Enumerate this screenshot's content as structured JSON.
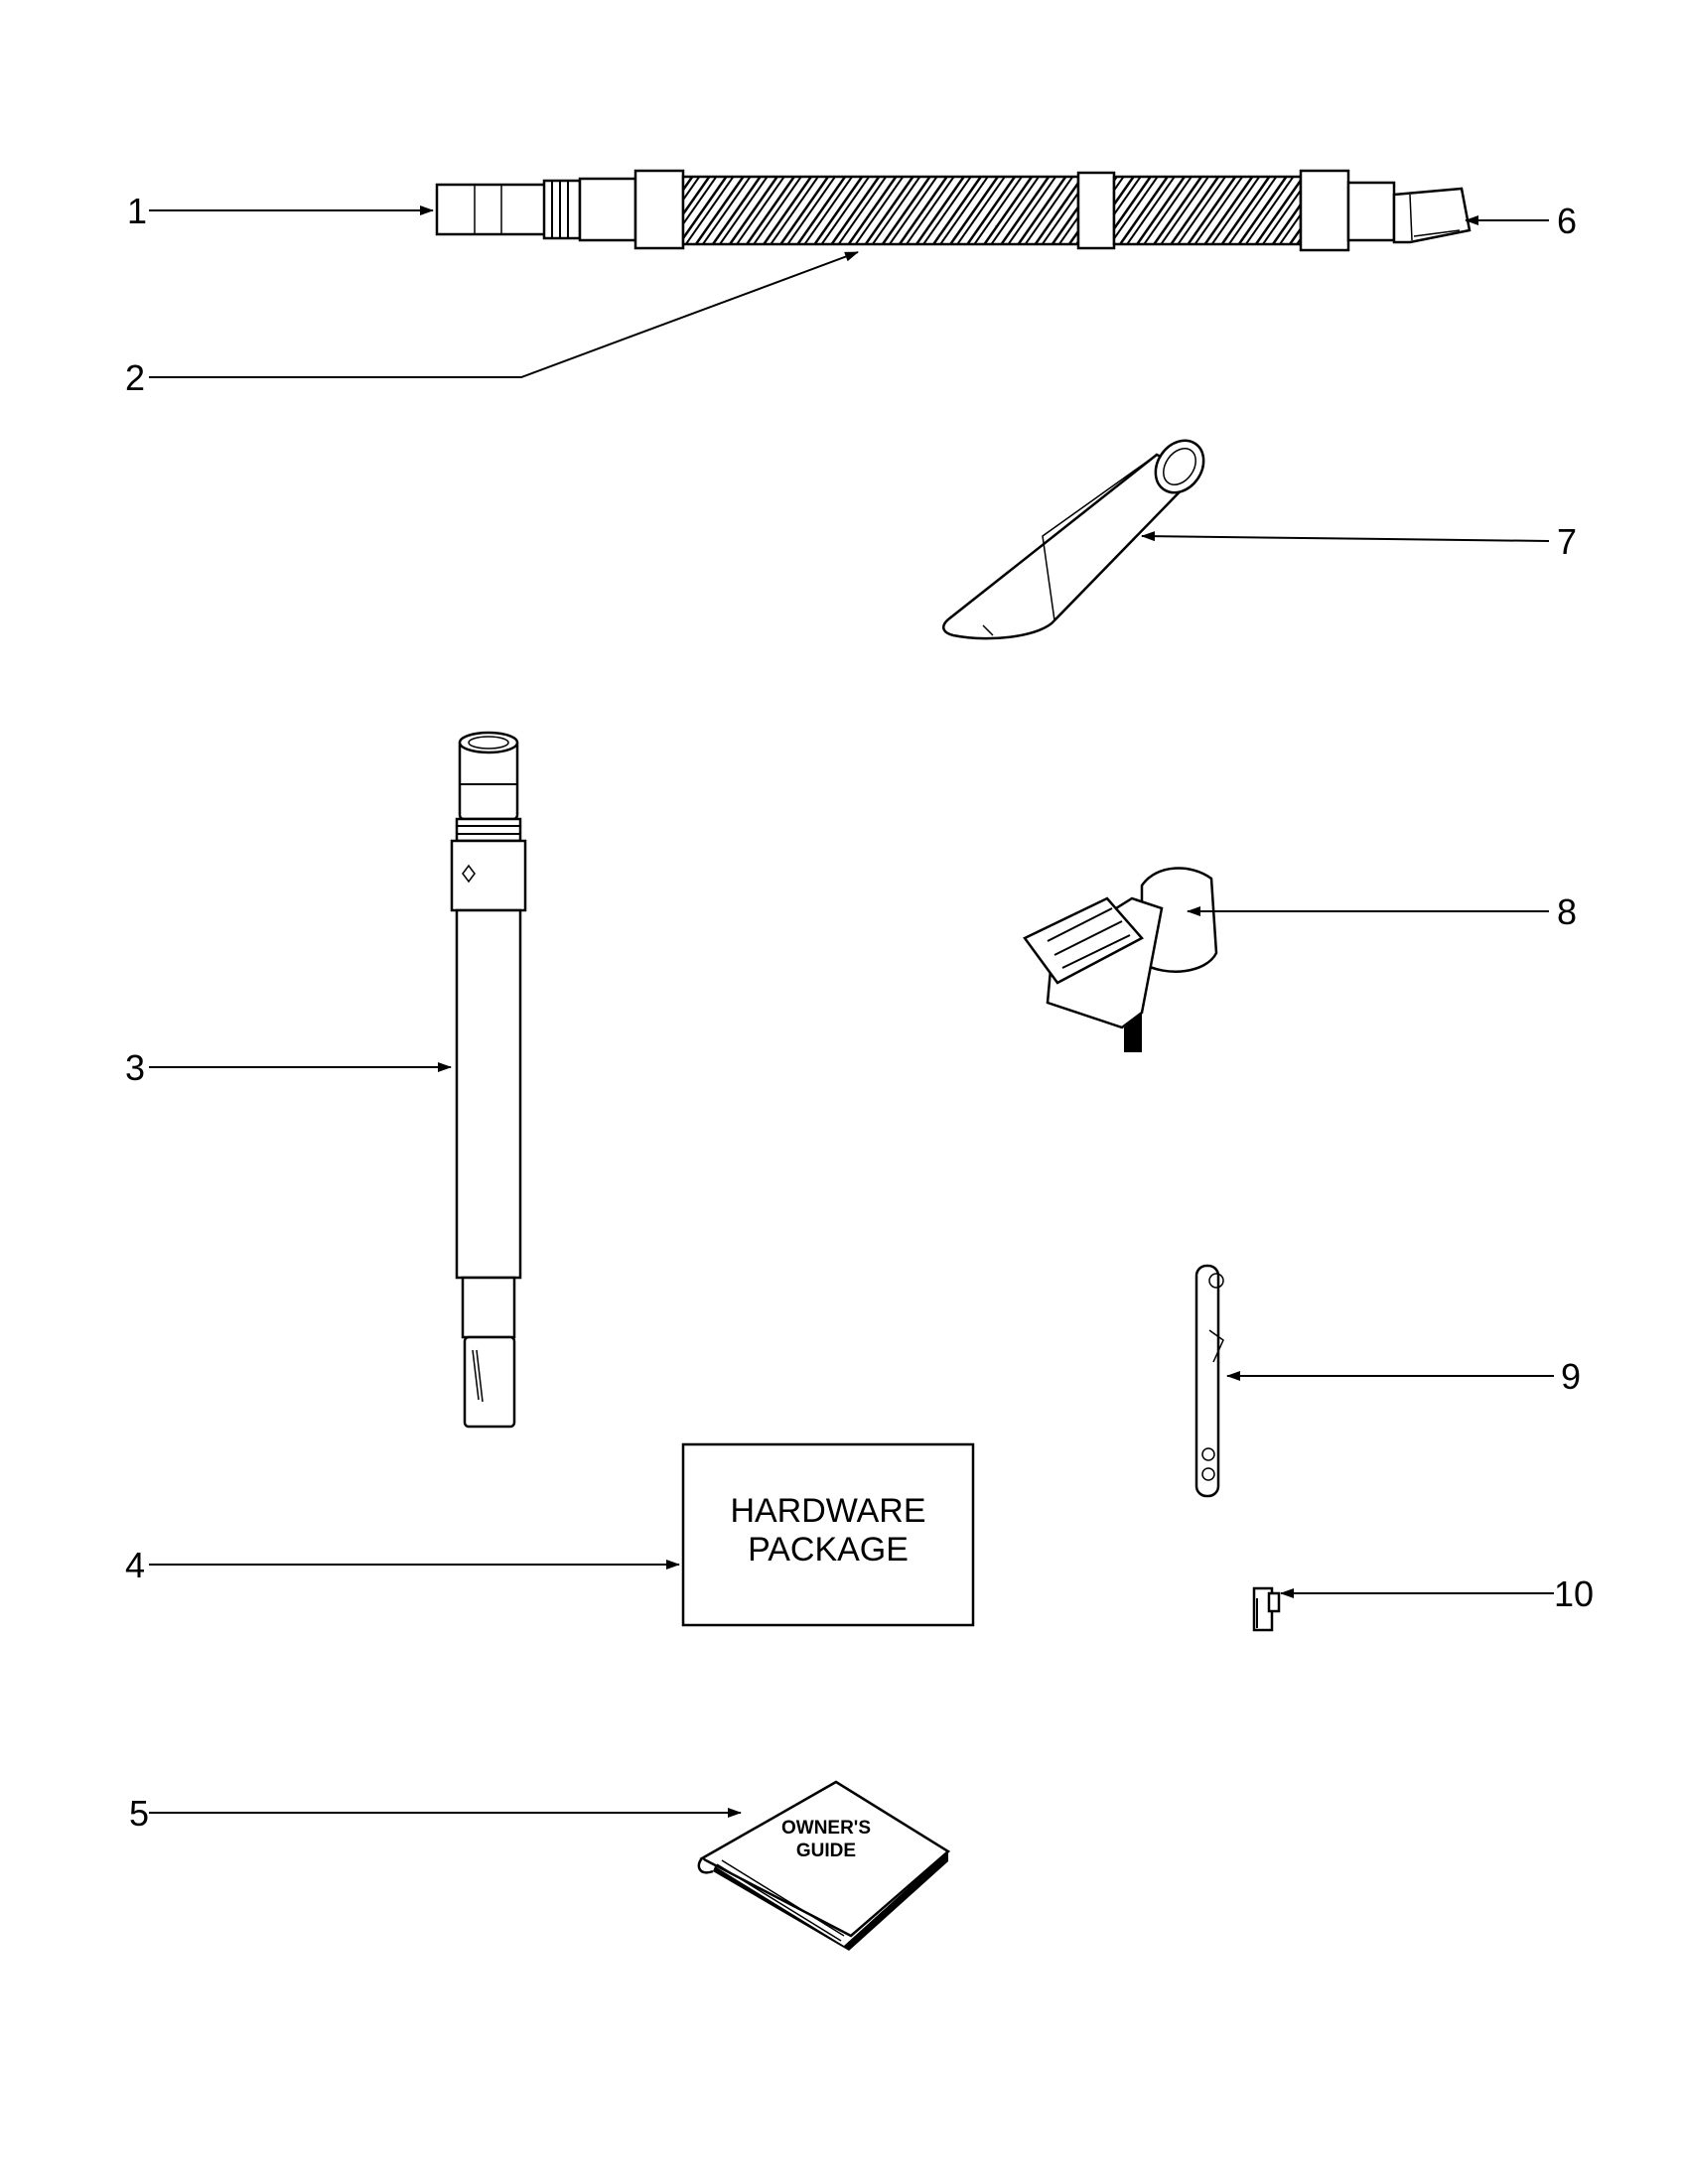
{
  "callouts": [
    {
      "number": "1",
      "part": "hose-end-fitting"
    },
    {
      "number": "2",
      "part": "flexible-hose"
    },
    {
      "number": "3",
      "part": "extension-wand"
    },
    {
      "number": "4",
      "part": "hardware-package"
    },
    {
      "number": "5",
      "part": "owners-guide"
    },
    {
      "number": "6",
      "part": "hose-cuff"
    },
    {
      "number": "7",
      "part": "crevice-tool"
    },
    {
      "number": "8",
      "part": "dusting-brush"
    },
    {
      "number": "9",
      "part": "tool-clip"
    },
    {
      "number": "10",
      "part": "small-clip"
    }
  ],
  "hardware_box": {
    "line1": "HARDWARE",
    "line2": "PACKAGE"
  },
  "book": {
    "line1": "OWNER'S",
    "line2": "GUIDE"
  }
}
